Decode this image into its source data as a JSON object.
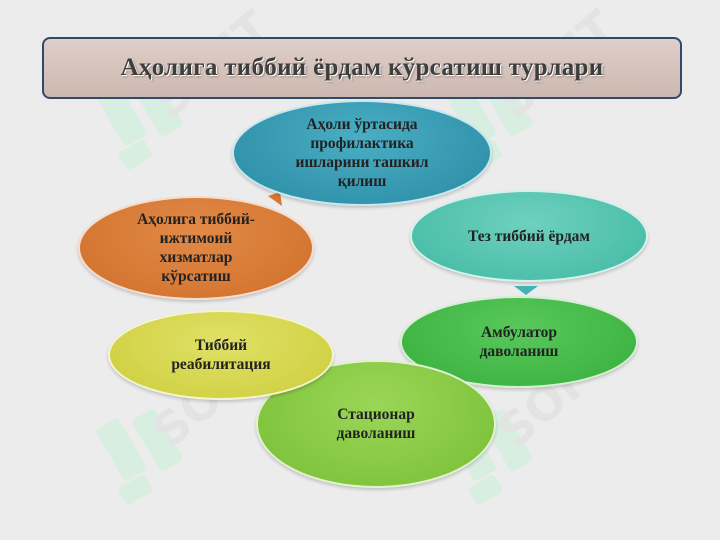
{
  "title": "Аҳолига тиббий ёрдам кўрсатиш турлари",
  "watermark": "SOFT",
  "nodes": [
    {
      "lines": [
        "Аҳоли ўртасида",
        "профилактика",
        "ишларини ташкил",
        "қилиш"
      ],
      "color": "#2f93ad"
    },
    {
      "lines": [
        "Тез тиббий ёрдам"
      ],
      "color": "#4cc2ab"
    },
    {
      "lines": [
        "Амбулатор",
        "даволаниш"
      ],
      "color": "#40b444"
    },
    {
      "lines": [
        "Стационар",
        "даволаниш"
      ],
      "color": "#82c53e"
    },
    {
      "lines": [
        "Тиббий",
        "реабилитация"
      ],
      "color": "#d4d448"
    },
    {
      "lines": [
        "Аҳолига тиббий-",
        "ижтимоий",
        "хизматлар",
        "кўрсатиш"
      ],
      "color": "#d67633"
    }
  ]
}
